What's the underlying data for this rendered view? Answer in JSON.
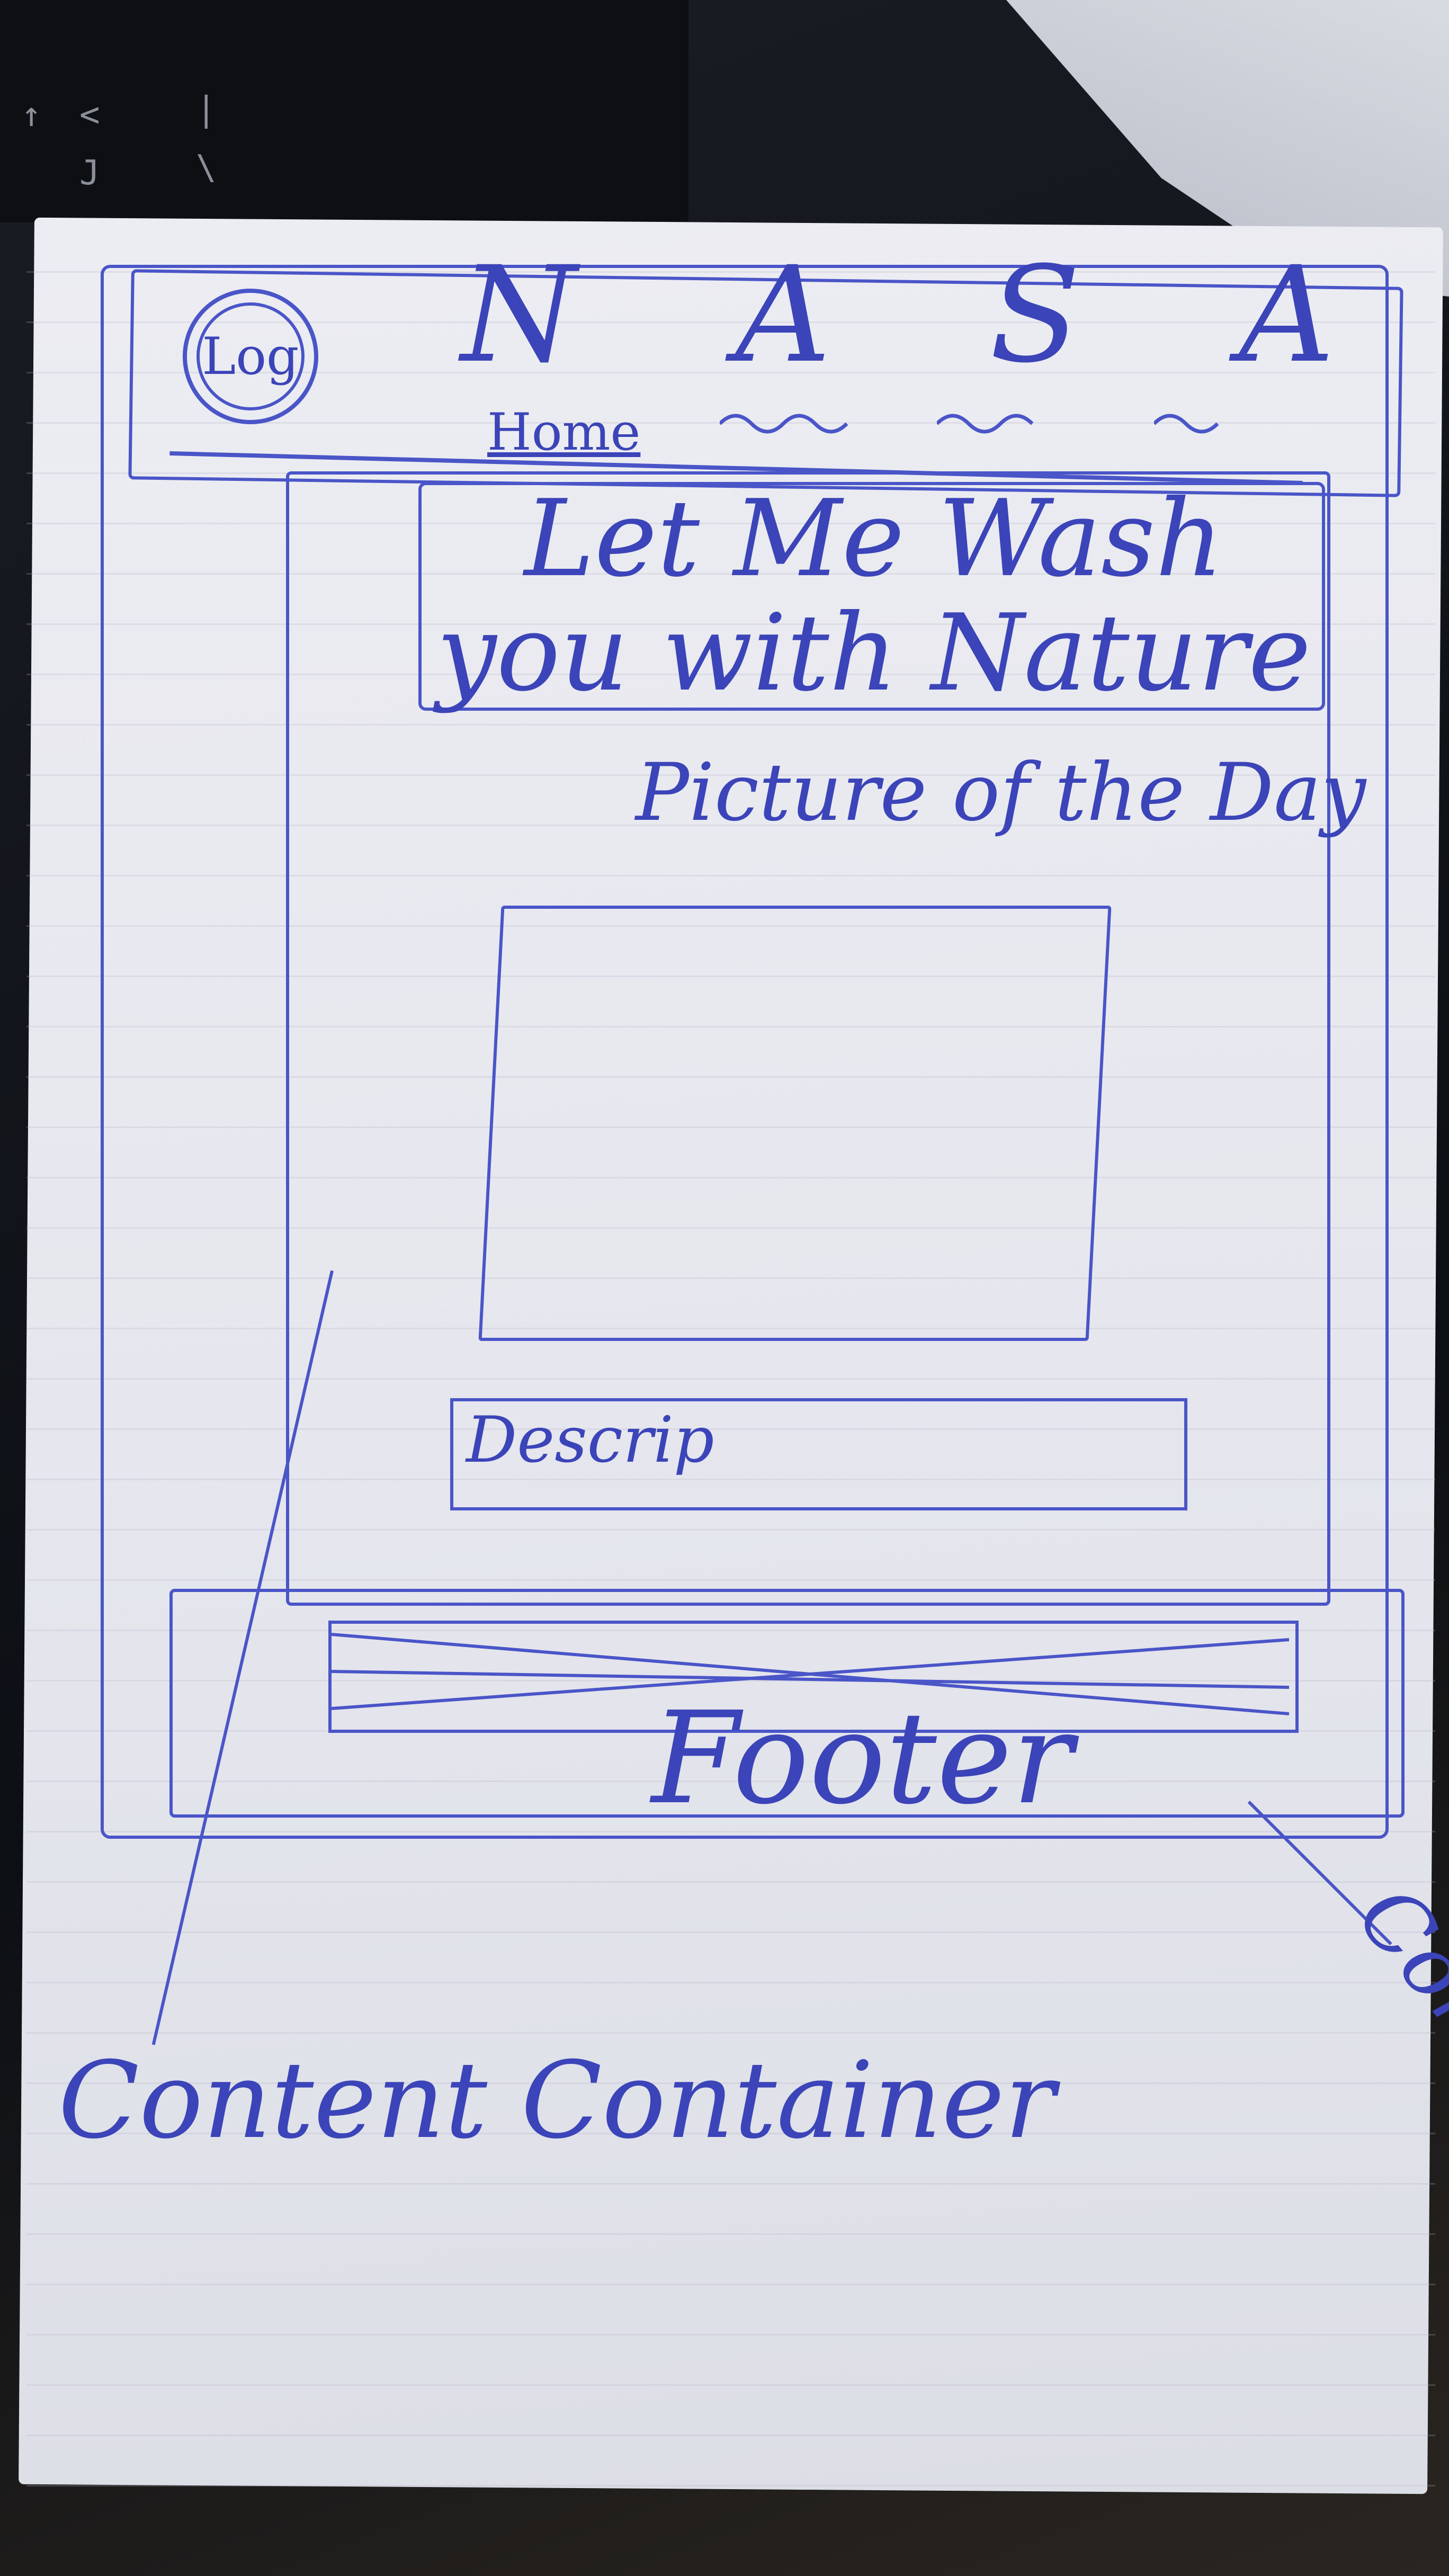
{
  "header": {
    "logo_label": "Log",
    "title_letters": [
      "N",
      "A",
      "S",
      "A"
    ],
    "nav": {
      "home_label": "Home"
    }
  },
  "hero": {
    "text": "Let Me Wash you with Nature"
  },
  "content": {
    "picture_heading": "Picture of the Day",
    "description_label": "Descrip"
  },
  "footer": {
    "label": "Footer"
  },
  "annotations": {
    "content_container": "Content Container",
    "footer_note": "Cont"
  },
  "ink_color": "#3b44b8"
}
